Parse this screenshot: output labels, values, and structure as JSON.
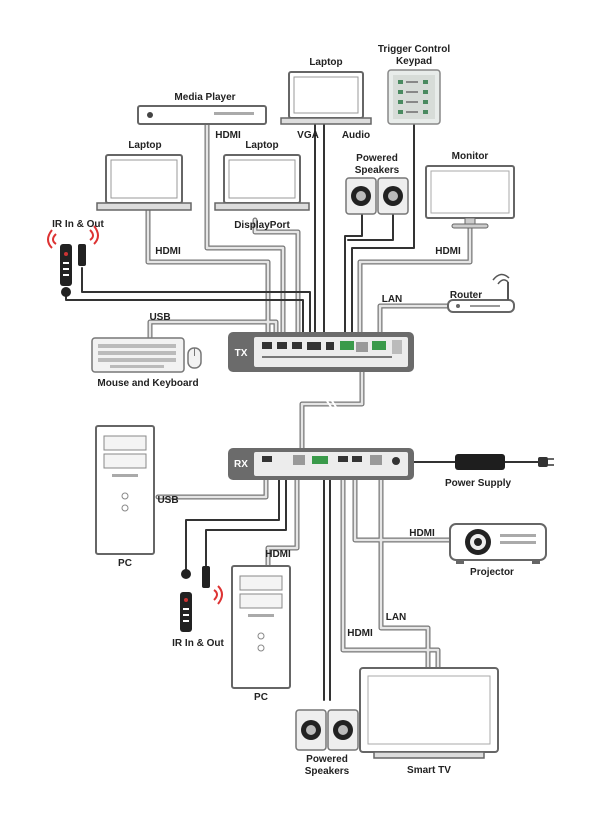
{
  "labels": {
    "trigger_line1": "Trigger Control",
    "trigger_line2": "Keypad",
    "laptop_top": "Laptop",
    "media_player": "Media Player",
    "laptop_left": "Laptop",
    "laptop_mid": "Laptop",
    "hdmi_media": "HDMI",
    "vga": "VGA",
    "audio": "Audio",
    "powered_speakers_top_1": "Powered",
    "powered_speakers_top_2": "Speakers",
    "monitor": "Monitor",
    "ir_top": "IR In & Out",
    "hdmi_laptop_left": "HDMI",
    "displayport": "DisplayPort",
    "hdmi_monitor": "HDMI",
    "router": "Router",
    "lan_tx": "LAN",
    "usb_top": "USB",
    "tx": "TX",
    "mouse_keyboard": "Mouse and Keyboard",
    "rx": "RX",
    "power_supply": "Power Supply",
    "usb_pc": "USB",
    "pc_left": "PC",
    "hdmi_pc": "HDMI",
    "hdmi_projector": "HDMI",
    "projector": "Projector",
    "ir_bottom": "IR In & Out",
    "lan_rx": "LAN",
    "hdmi_tv": "HDMI",
    "pc_bottom": "PC",
    "powered_speakers_bottom_1": "Powered",
    "powered_speakers_bottom_2": "Speakers",
    "smart_tv": "Smart TV"
  }
}
